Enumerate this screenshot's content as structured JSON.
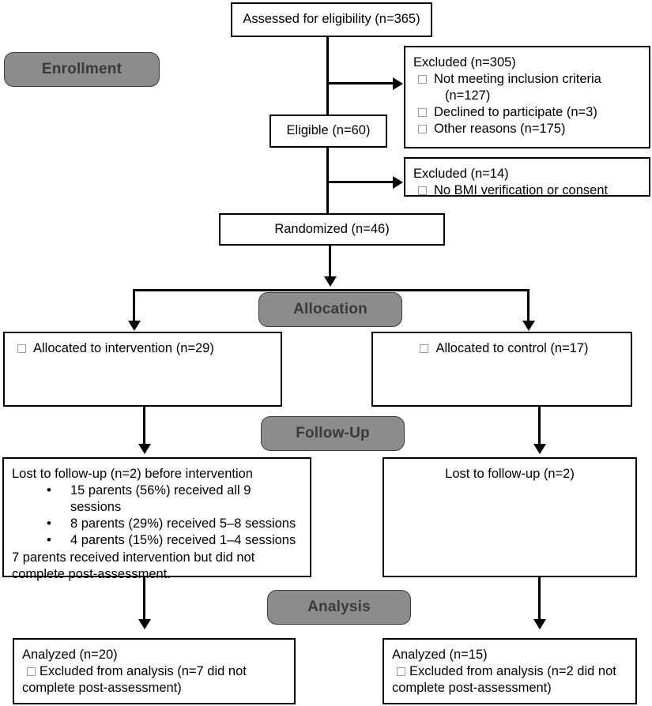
{
  "diagram": {
    "type": "consort-flow-diagram",
    "stages": [
      {
        "id": "enrollment",
        "label": "Enrollment"
      },
      {
        "id": "allocation",
        "label": "Allocation"
      },
      {
        "id": "followup",
        "label": "Follow-Up"
      },
      {
        "id": "analysis",
        "label": "Analysis"
      }
    ],
    "boxes": {
      "assessed": {
        "text": "Assessed for eligibility (n=365)"
      },
      "excluded_1": {
        "title": "Excluded (n=305)",
        "items": [
          {
            "text": "Not meeting inclusion criteria",
            "continuation": "(n=127)"
          },
          {
            "text": "Declined to participate (n=3)"
          },
          {
            "text": "Other reasons (n=175)"
          }
        ]
      },
      "eligible": {
        "text": "Eligible (n=60)"
      },
      "excluded_2": {
        "title": "Excluded (n=14)",
        "items": [
          {
            "text": "No BMI verification or consent"
          }
        ]
      },
      "randomized": {
        "text": "Randomized (n=46)"
      },
      "allocated_intervention": {
        "items": [
          {
            "text": "Allocated to intervention (n=29)"
          }
        ]
      },
      "allocated_control": {
        "items": [
          {
            "text": "Allocated to control (n=17)"
          }
        ]
      },
      "followup_intervention": {
        "heading": "Lost to follow-up (n=2) before intervention",
        "bullets": [
          "15 parents (56%) received all 9 sessions",
          "8 parents (29%) received 5–8 sessions",
          "4 parents (15%) received 1–4 sessions"
        ],
        "footer_line_1": "7 parents received intervention but did not",
        "footer_line_2": "complete post-assessment."
      },
      "followup_control": {
        "heading": "Lost to follow-up (n=2)"
      },
      "analyzed_intervention": {
        "heading": "Analyzed (n=20)",
        "excluded_line_1": "Excluded from analysis (n=7 did not",
        "excluded_line_2": "complete post-assessment)"
      },
      "analyzed_control": {
        "heading": "Analyzed (n=15)",
        "excluded_line_1": "Excluded from analysis (n=2 did not",
        "excluded_line_2": "complete post-assessment)"
      }
    },
    "colors": {
      "stage_fill": "#8c8c8c",
      "stage_border": "#3b3b3b",
      "stage_text": "#3a3a3a",
      "box_border": "#000000",
      "box_fill": "#ffffff",
      "connector": "#000000",
      "page_background": "#ffffff"
    }
  }
}
